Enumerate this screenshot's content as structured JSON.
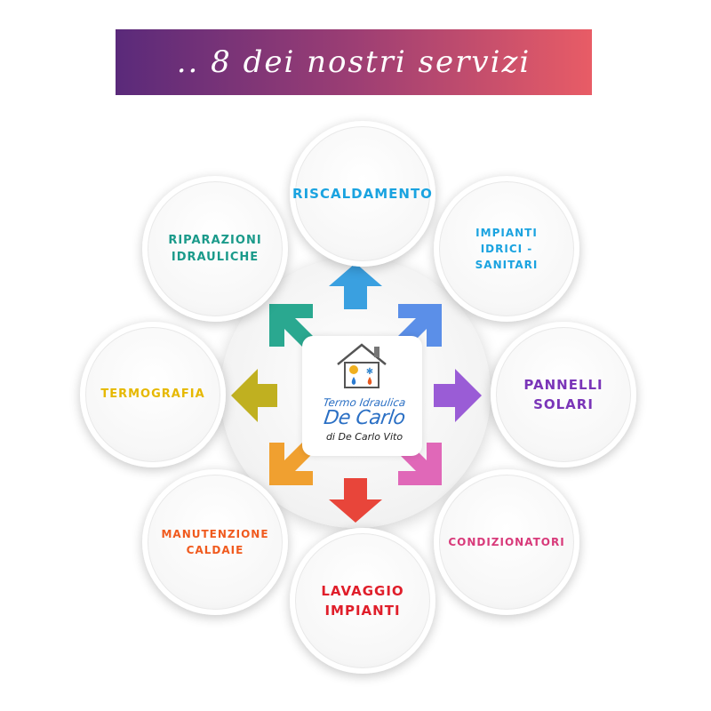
{
  "banner": {
    "title": ".. 8 dei nostri servizi",
    "gradient": [
      "#5a2a7a",
      "#e85c66"
    ]
  },
  "center": {
    "icon": "house-logo-icon",
    "brand_line1": "Termo Idraulica",
    "brand_line2": "De Carlo",
    "brand_line3": "di De Carlo Vito"
  },
  "services": [
    {
      "label": "RISCALDAMENTO",
      "color": "#1aa3e0"
    },
    {
      "label": "IMPIANTI IDRICI - SANITARI",
      "color": "#1aa3e0"
    },
    {
      "label": "PANNELLI SOLARI",
      "color": "#7a35b8"
    },
    {
      "label": "CONDIZIONATORI",
      "color": "#d83a7a"
    },
    {
      "label": "LAVAGGIO IMPIANTI",
      "color": "#e01e2a"
    },
    {
      "label": "MANUTENZIONE CALDAIE",
      "color": "#f05a1e"
    },
    {
      "label": "TERMOGRAFIA",
      "color": "#e6b800"
    },
    {
      "label": "RIPARAZIONI IDRAULICHE",
      "color": "#1a9a8a"
    }
  ],
  "arrow_colors": [
    "#3aa0e0",
    "#5b8fe8",
    "#9a5cd6",
    "#e068b8",
    "#e8453a",
    "#f0a030",
    "#c0b020",
    "#2aa890"
  ]
}
